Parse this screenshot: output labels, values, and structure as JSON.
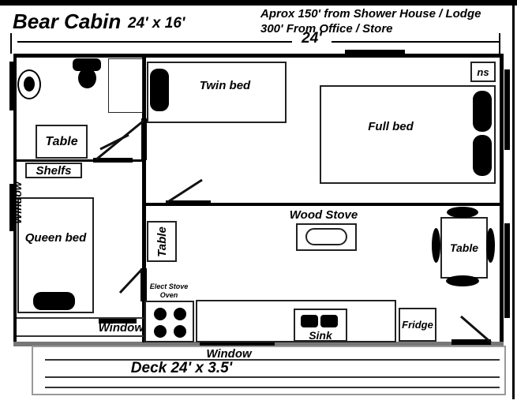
{
  "title": {
    "name": "Bear Cabin",
    "size": "24' x 16'"
  },
  "note": {
    "line1": "Aprox 150' from Shower House / Lodge",
    "line2": "300' From Office / Store"
  },
  "dim": {
    "width_label": "24'"
  },
  "bathroom": {
    "table_label": "Table",
    "shelfs_label": "Shelfs"
  },
  "bedroom": {
    "twin_bed_label": "Twin bed",
    "full_bed_label": "Full bed",
    "nightstand_label": "ns"
  },
  "queen_room": {
    "bed_label": "Queen bed"
  },
  "kitchen": {
    "side_table_label": "Table",
    "wood_stove_label": "Wood Stove",
    "dining_table_label": "Table",
    "elect_stove_line1": "Elect Stove",
    "elect_stove_line2": "Oven",
    "sink_label": "Sink",
    "fridge_label": "Fridge"
  },
  "windows": {
    "left_label": "Window",
    "bottom_left_label": "Window",
    "bottom_center_label": "Window"
  },
  "deck": {
    "label": "Deck 24' x 3.5'"
  },
  "colors": {
    "ink": "#000000",
    "wall_gray": "#777777",
    "deck_border": "#999999"
  }
}
